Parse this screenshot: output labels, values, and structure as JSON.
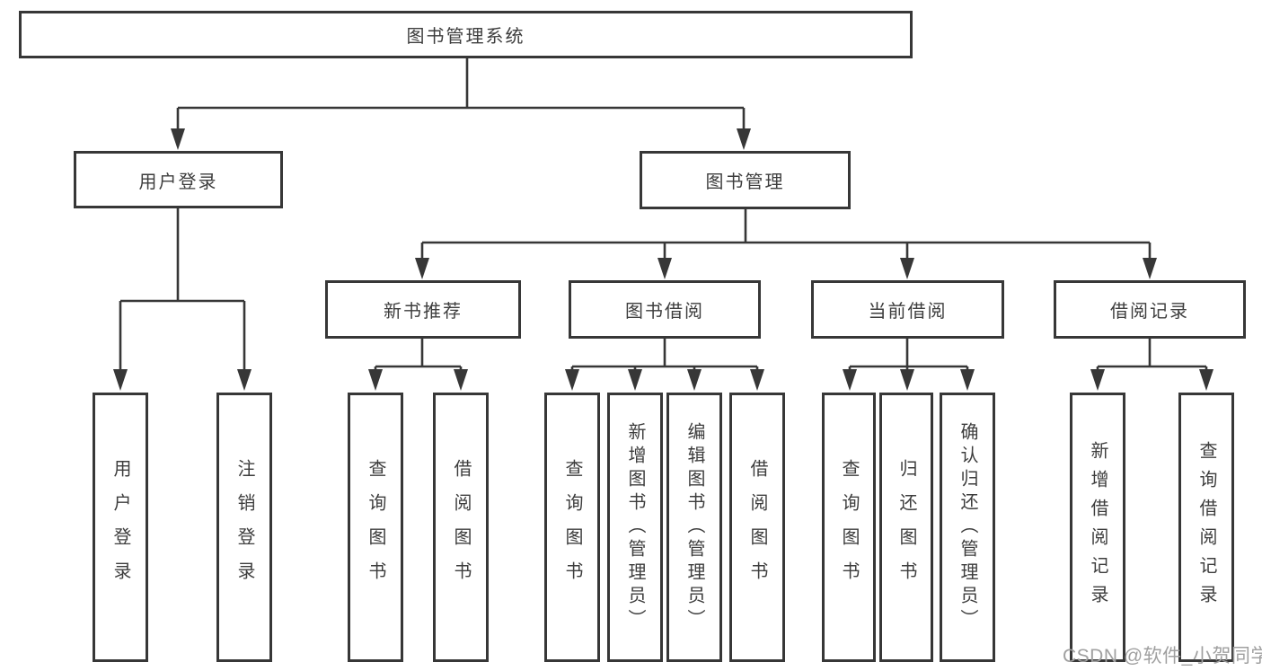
{
  "diagram": {
    "root": {
      "label": "图书管理系统"
    },
    "branches": [
      {
        "label": "用户登录",
        "children": [
          {
            "label": "用户登录"
          },
          {
            "label": "注销登录"
          }
        ]
      },
      {
        "label": "图书管理",
        "children": [
          {
            "label": "新书推荐",
            "children": [
              {
                "label": "查询图书"
              },
              {
                "label": "借阅图书"
              }
            ]
          },
          {
            "label": "图书借阅",
            "children": [
              {
                "label": "查询图书"
              },
              {
                "label": "新增图书（管理员）"
              },
              {
                "label": "编辑图书（管理员）"
              },
              {
                "label": "借阅图书"
              }
            ]
          },
          {
            "label": "当前借阅",
            "children": [
              {
                "label": "查询图书"
              },
              {
                "label": "归还图书"
              },
              {
                "label": "确认归还（管理员）"
              }
            ]
          },
          {
            "label": "借阅记录",
            "children": [
              {
                "label": "新增借阅记录"
              },
              {
                "label": "查询借阅记录"
              }
            ]
          }
        ]
      }
    ]
  },
  "watermark": {
    "text": "CSDN @软件_小贺同学"
  },
  "colors": {
    "line": "#373737",
    "text": "#3d3d3d",
    "watermark": "#a0a0a0",
    "background": "#ffffff"
  }
}
